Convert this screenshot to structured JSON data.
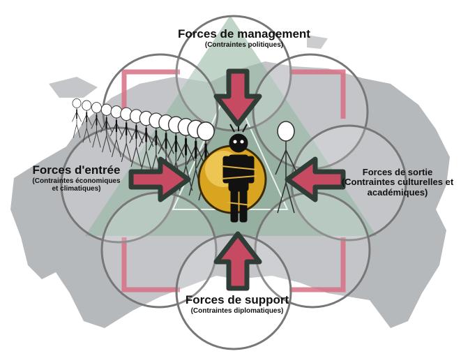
{
  "diagram": {
    "top": {
      "title": "Forces de management",
      "subtitle": "(Contraintes politiques)"
    },
    "left": {
      "title": "Forces d'entrée",
      "subtitle_line1": "(Contraintes économiques",
      "subtitle_line2": "et climatiques)"
    },
    "right": {
      "title": "Forces de sortie",
      "subtitle_line1": "(Contraintes culturelles et",
      "subtitle_line2": "académiques)"
    },
    "bottom": {
      "title": "Forces de support",
      "subtitle": "(Contraintes diplomatiques)"
    }
  },
  "colors": {
    "map": "#a9adb0",
    "triangle": "#7ea890",
    "bracket": "#d0506a",
    "arrow_fill": "#c64a62",
    "arrow_stroke": "#2f3d36",
    "circle_stroke": "#777777",
    "globe": "#d9a520"
  },
  "icons": [
    "map-background",
    "stick-figure-crowd",
    "central-figure-icon",
    "globe-icon"
  ]
}
